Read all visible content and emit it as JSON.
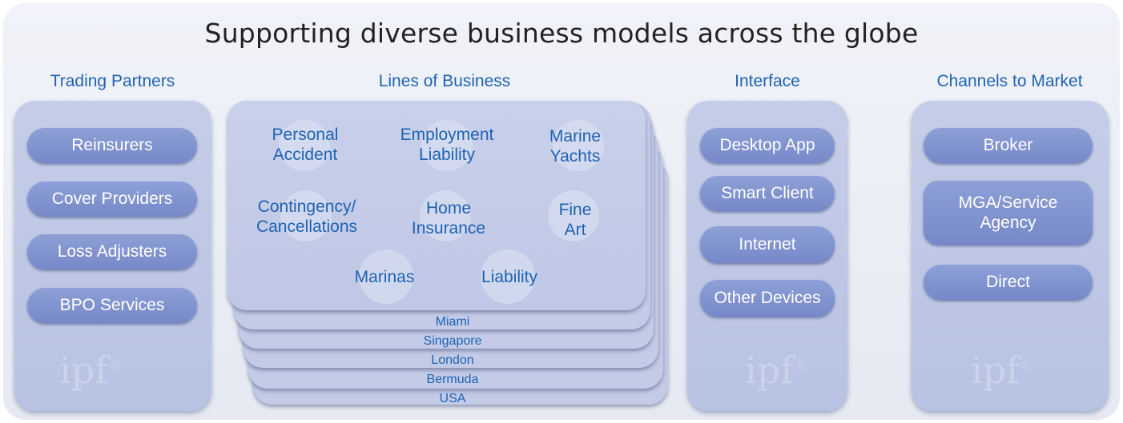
{
  "title": "Supporting diverse business models across the globe",
  "trading_partners": {
    "heading": "Trading Partners",
    "items": [
      "Reinsurers",
      "Cover Providers",
      "Loss Adjusters",
      "BPO Services"
    ]
  },
  "lines_of_business": {
    "heading": "Lines of Business",
    "items": {
      "personal_accident": "Personal\nAccident",
      "employment_liability": "Employment\nLiability",
      "marine_yachts": "Marine\nYachts",
      "contingency": "Contingency/\nCancellations",
      "home_insurance": "Home\nInsurance",
      "fine_art": "Fine\nArt",
      "marinas": "Marinas",
      "liability": "Liability"
    },
    "locations": [
      "Miami",
      "Singapore",
      "London",
      "Bermuda",
      "USA"
    ]
  },
  "interface": {
    "heading": "Interface",
    "items": [
      "Desktop App",
      "Smart Client",
      "Internet",
      "Other Devices"
    ]
  },
  "channels": {
    "heading": "Channels to Market",
    "items": [
      "Broker",
      "MGA/Service\nAgency",
      "Direct"
    ]
  },
  "watermark": "ipf",
  "colors": {
    "heading_blue": "#1f63b3",
    "pill": "#7f91cc",
    "panel": "#bec7e5",
    "frame": "#eceff6"
  }
}
